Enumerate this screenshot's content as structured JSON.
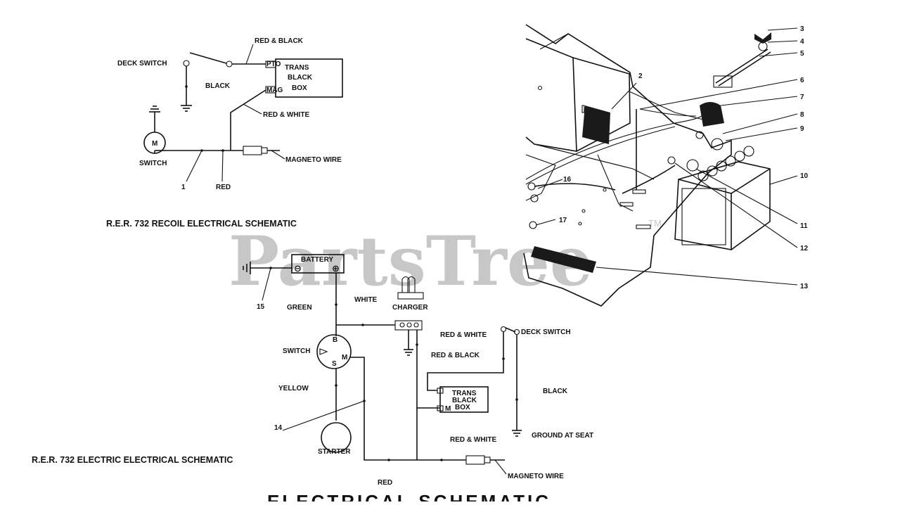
{
  "watermark": {
    "text": "PartsTree",
    "tm": "TM"
  },
  "recoil_schematic": {
    "title": "R.E.R. 732 RECOIL ELECTRICAL SCHEMATIC",
    "labels": {
      "deck_switch": "DECK SWITCH",
      "red_black": "RED & BLACK",
      "black": "BLACK",
      "red_white": "RED & WHITE",
      "switch": "SWITCH",
      "magneto_wire": "MAGNETO WIRE",
      "red": "RED",
      "callout_1": "1",
      "box_pto": "PTO",
      "box_mag": "MAG",
      "box_line1": "TRANS",
      "box_line2": "BLACK",
      "box_line3": "BOX",
      "motor": "M"
    }
  },
  "electric_schematic": {
    "title": "R.E.R. 732 ELECTRIC ELECTRICAL SCHEMATIC",
    "labels": {
      "battery": "BATTERY",
      "battery_neg": "⊖",
      "battery_pos": "⊕",
      "green": "GREEN",
      "white": "WHITE",
      "charger": "CHARGER",
      "red_white_1": "RED & WHITE",
      "deck_switch": "DECK SWITCH",
      "switch": "SWITCH",
      "red_black": "RED & BLACK",
      "black": "BLACK",
      "yellow": "YELLOW",
      "ground_at_seat": "GROUND AT SEAT",
      "starter": "STARTER",
      "red_white_2": "RED & WHITE",
      "red": "RED",
      "magneto_wire": "MAGNETO WIRE",
      "callout_14": "14",
      "callout_15": "15",
      "box_line1": "TRANS",
      "box_line2": "BLACK",
      "box_line3": "BOX",
      "box_m": "M",
      "sw_b": "B",
      "sw_m": "M",
      "sw_s": "S"
    }
  },
  "parts_callouts": [
    "2",
    "3",
    "4",
    "5",
    "6",
    "7",
    "8",
    "9",
    "10",
    "11",
    "12",
    "13",
    "16",
    "17"
  ],
  "footer_partial": "ELECTRICAL SCHEMATIC"
}
